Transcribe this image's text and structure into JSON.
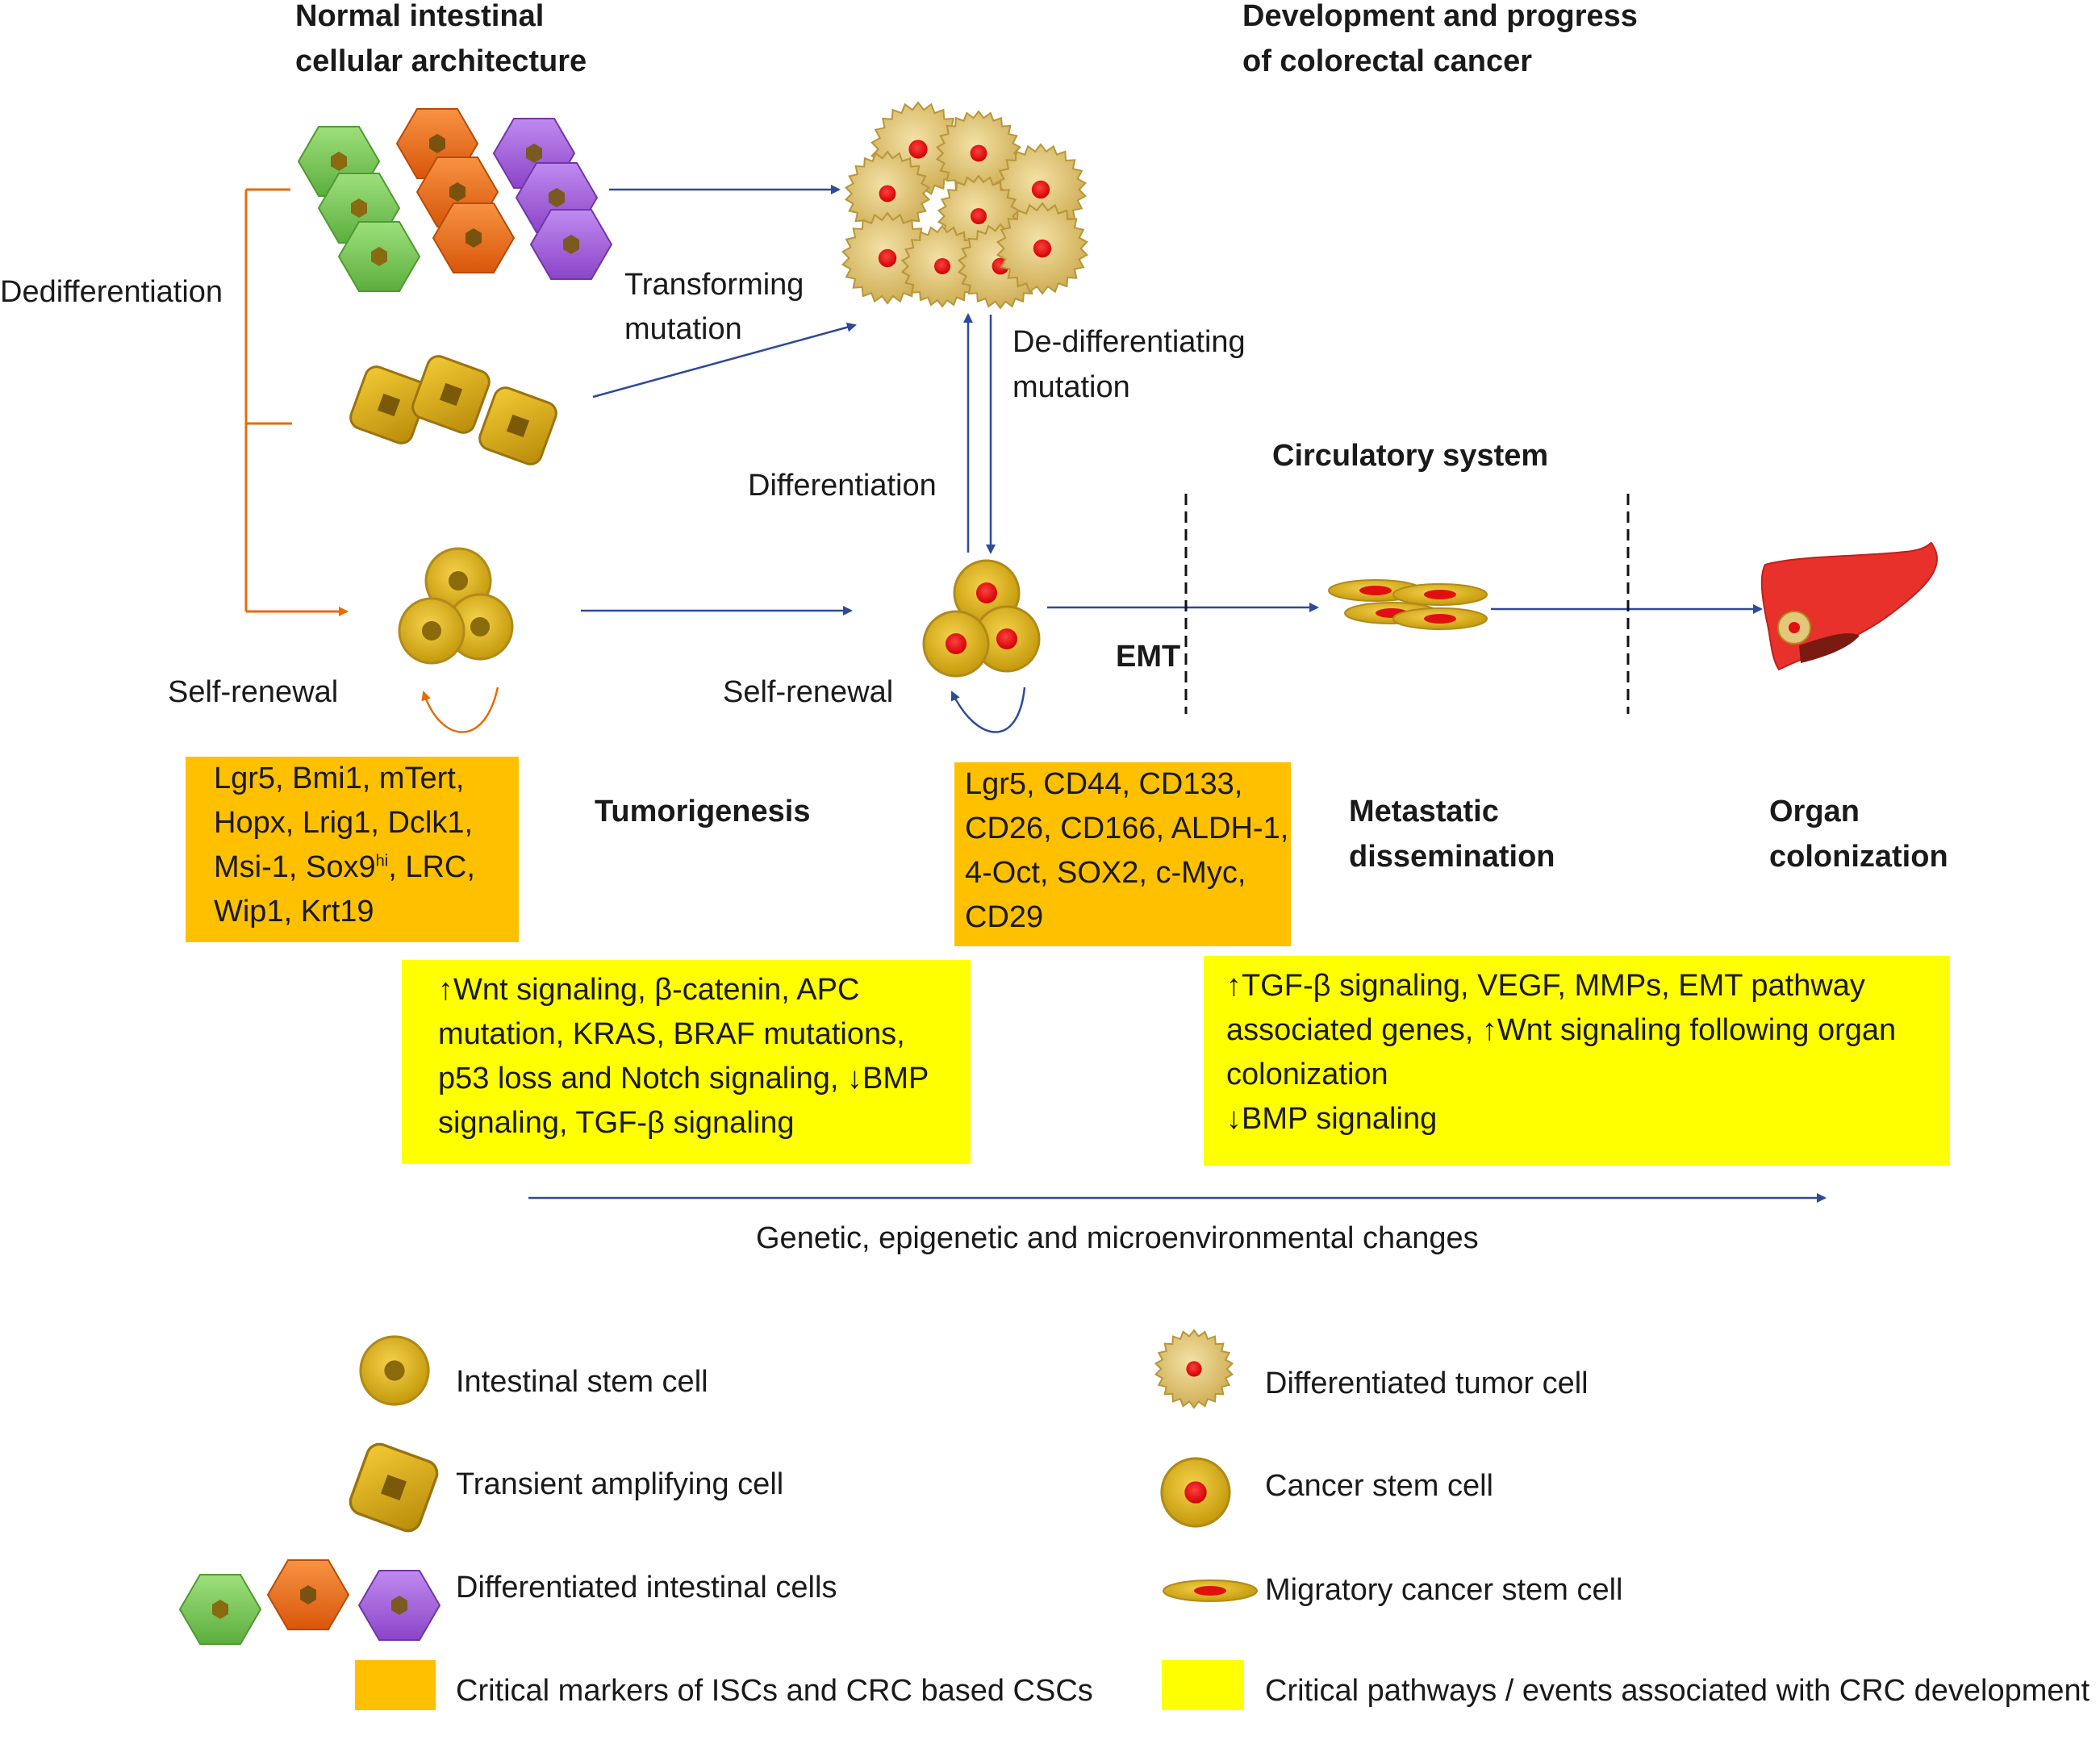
{
  "colors": {
    "arrow_blue": "#2E4A9A",
    "arrow_orange": "#E46C0A",
    "marker_box": "#FFC000",
    "pathway_box": "#FFFF00",
    "stem_cell": "#D7A80E",
    "tumor_cell": "#E3C77A",
    "cancer_nucleus": "#EE1111",
    "diff_green": "#7CC85A",
    "diff_orange": "#EC6A12",
    "diff_purple": "#A05CD8",
    "liver": "#E8312A"
  },
  "headings": {
    "normal": [
      "Normal intestinal",
      "cellular architecture"
    ],
    "cancer": [
      "Development and progress",
      "of colorectal cancer"
    ],
    "circulatory": "Circulatory system",
    "tumorigenesis": "Tumorigenesis",
    "metastatic": [
      "Metastatic",
      "dissemination"
    ],
    "organ": [
      "Organ",
      "colonization"
    ]
  },
  "labels": {
    "dedifferentiation": "Dedifferentiation",
    "transforming": [
      "Transforming",
      "mutation"
    ],
    "dedifferentiating": [
      "De-differentiating",
      "mutation"
    ],
    "differentiation": "Differentiation",
    "self_renewal_left": "Self-renewal",
    "self_renewal_right": "Self-renewal",
    "emt": "EMT",
    "changes": "Genetic, epigenetic and microenvironmental changes"
  },
  "boxes": {
    "isc_markers": [
      "Lgr5, Bmi1, mTert,",
      "Hopx, Lrig1, Dclk1,",
      "Msi-1, Sox9",
      ", LRC,",
      "Wip1, Krt19"
    ],
    "isc_sup": "hi",
    "csc_markers": [
      "Lgr5, CD44, CD133,",
      "CD26, CD166, ALDH-1,",
      "4-Oct, SOX2, c-Myc,",
      "CD29"
    ],
    "tumor_pathways": [
      "↑Wnt signaling, β-catenin, APC",
      "mutation, KRAS, BRAF mutations,",
      "p53 loss and Notch signaling, ↓BMP",
      "signaling, TGF-β signaling"
    ],
    "metastasis_pathways": [
      "↑TGF-β signaling, VEGF, MMPs, EMT pathway",
      "associated genes, ↑Wnt signaling following organ",
      "colonization",
      "↓BMP signaling"
    ]
  },
  "legend": {
    "intestinal_stem_cell": "Intestinal stem cell",
    "transient_cell": "Transient amplifying cell",
    "diff_cells": "Differentiated intestinal cells",
    "markers": "Critical markers of ISCs and CRC based CSCs",
    "diff_tumor_cell": "Differentiated tumor cell",
    "cancer_stem_cell": "Cancer stem cell",
    "migratory_csc": "Migratory cancer stem cell",
    "pathways": "Critical pathways / events associated with CRC development"
  }
}
